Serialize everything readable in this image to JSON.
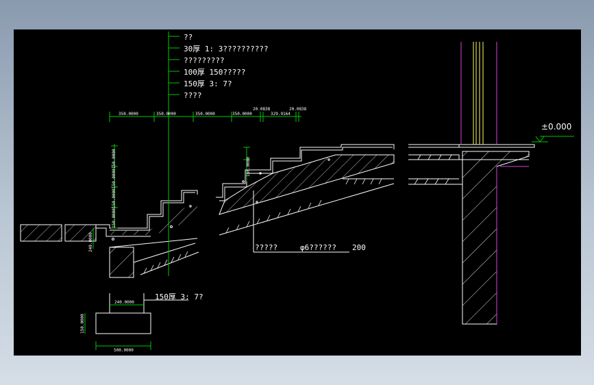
{
  "drawing": {
    "layer_callouts": [
      "??",
      "30厚 1: 3??????????",
      "?????????",
      "100厚 150?????",
      "150厚 3: 7?",
      "????"
    ],
    "dimensions_top": [
      "350.0000",
      "350.0000",
      "350.0000",
      "350.0000",
      "20.0838",
      "329.9164",
      "20.0838"
    ],
    "dimension_left_stair": "150.0000150.0000150.0000150.0000",
    "dimension_left_low": "240.0000",
    "dimension_mid_stair": "150.0000",
    "rebar_note_a": "?????",
    "rebar_note_b": "φ6??????",
    "rebar_note_c": "200",
    "elevation_label": "±0.000",
    "footing_note": "150厚 3: 7?",
    "footing_width_top": "240.0000",
    "footing_height": "150.0000",
    "footing_width_bottom": "500.0000"
  },
  "colors": {
    "background": "#000000",
    "linework": "#ffffff",
    "leader": "#00c800",
    "dimension": "#00c800",
    "wall_outline": "#e040e0",
    "wall_fill": "#ffff60",
    "elevation": "#00c800"
  }
}
